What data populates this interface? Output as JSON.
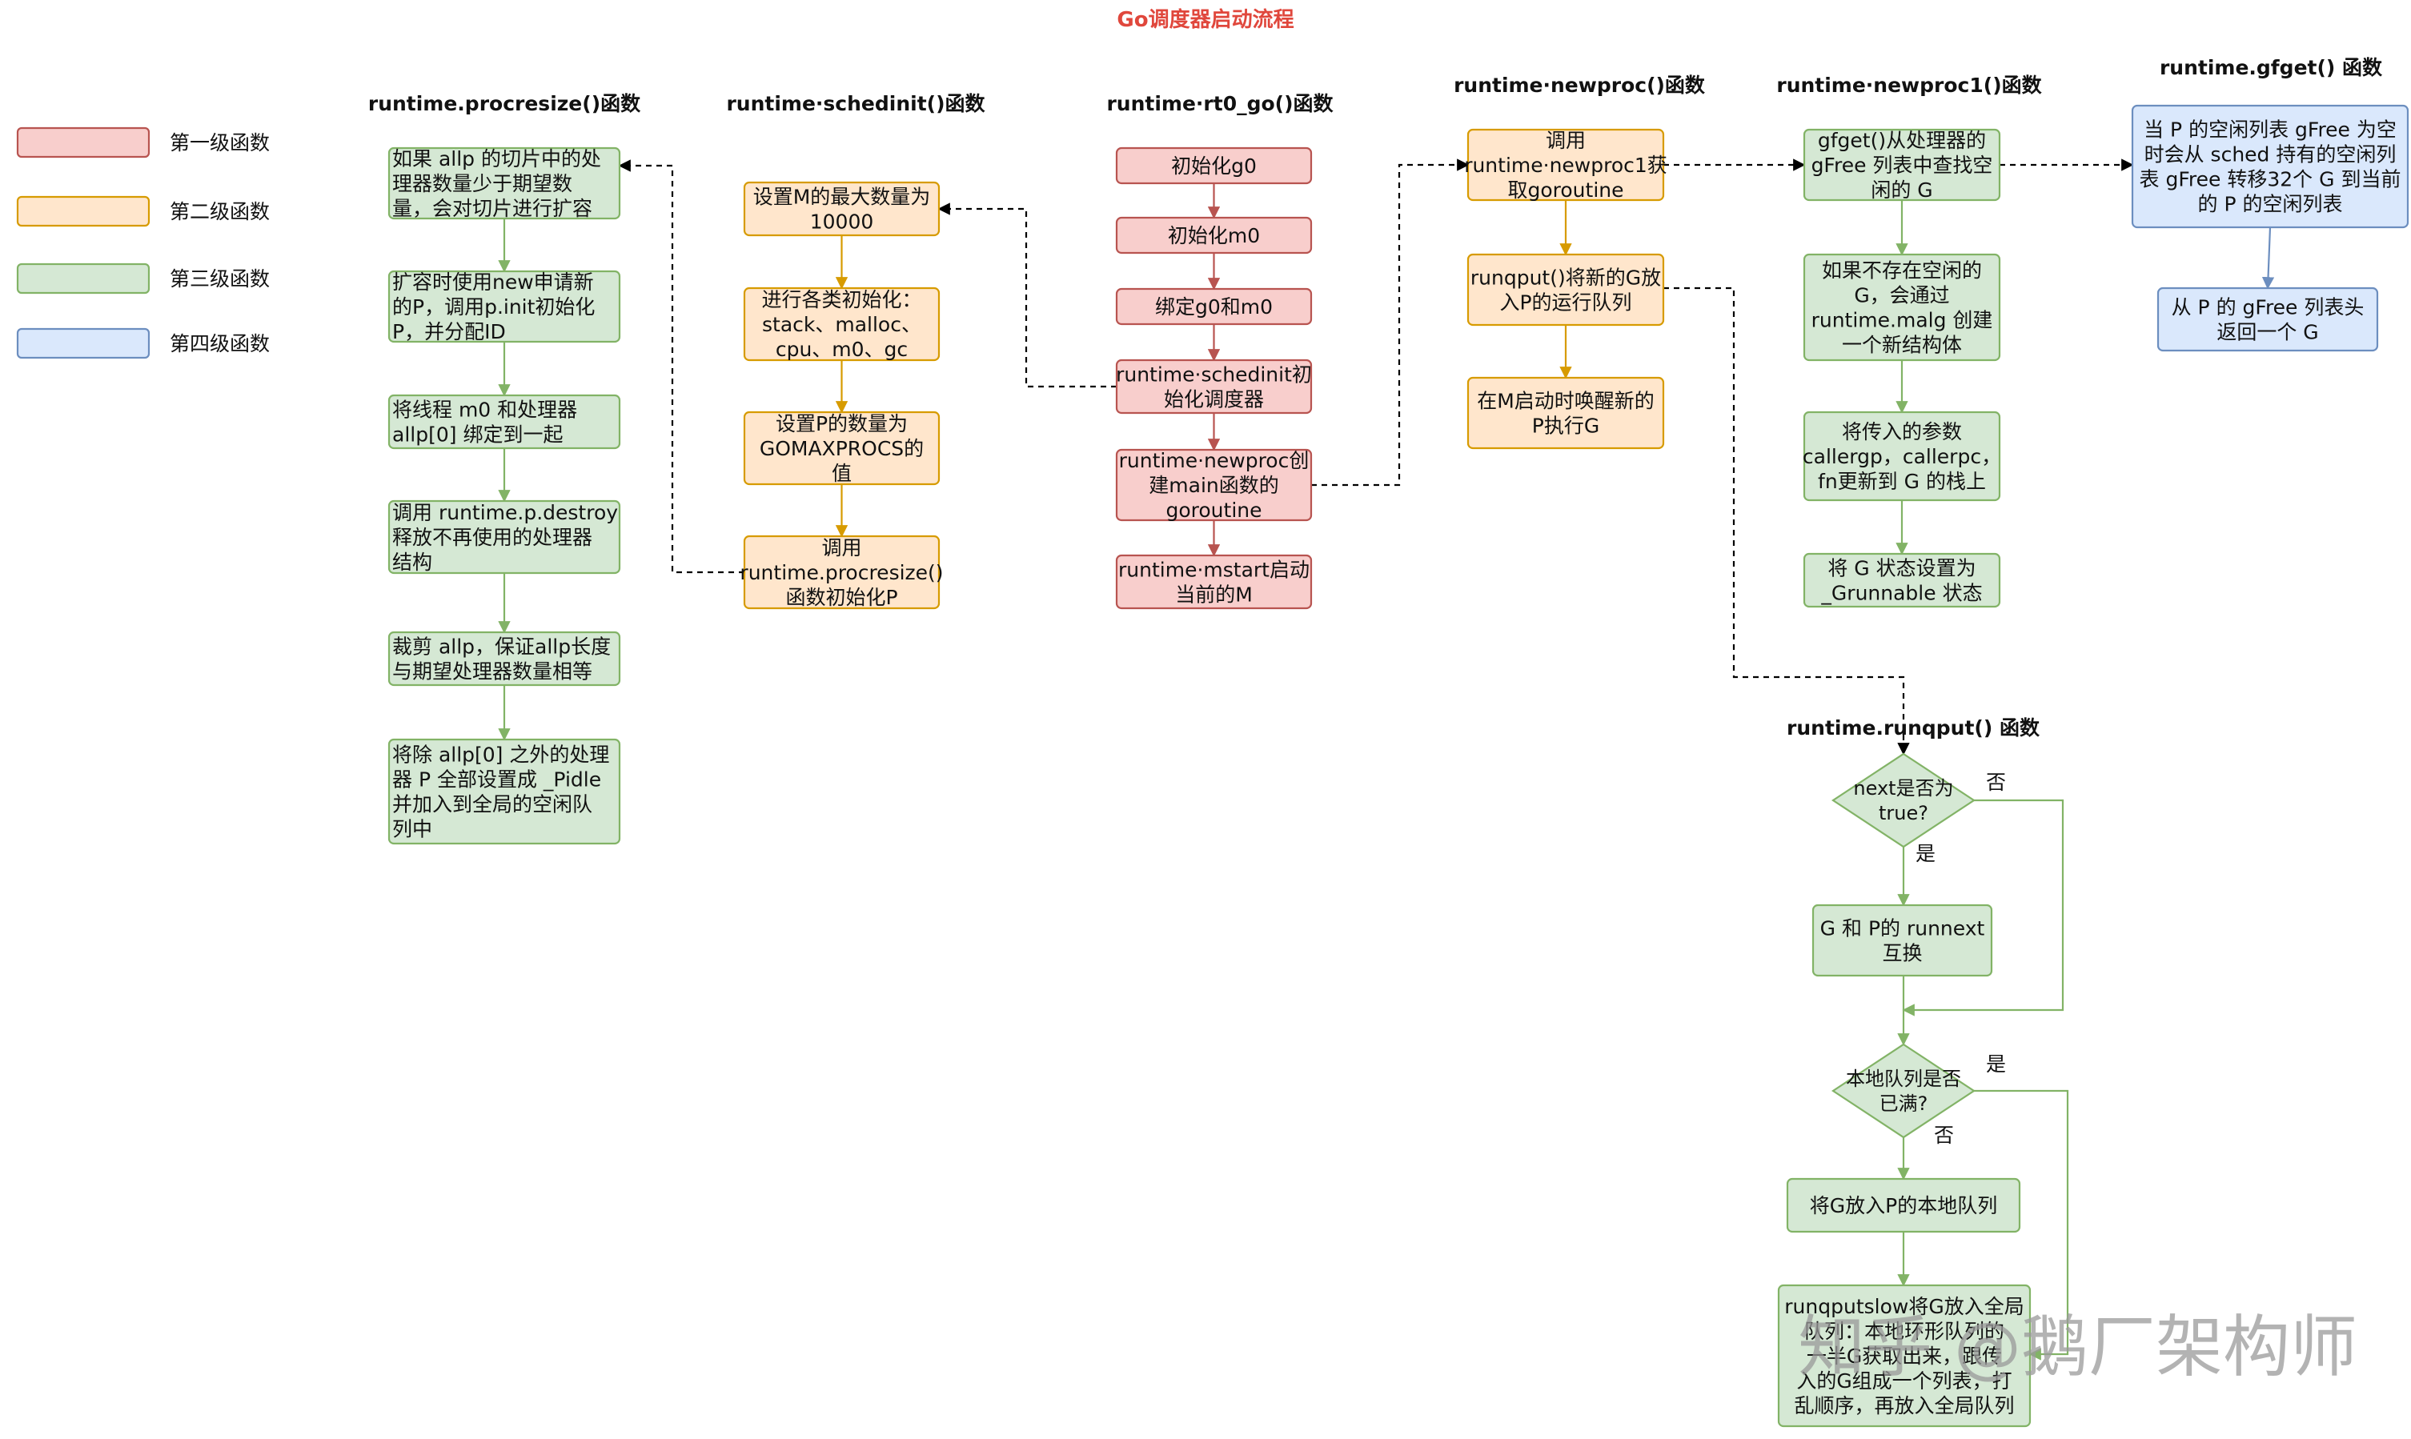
{
  "title": "Go调度器启动流程",
  "colors": {
    "level1_fill": "#f8cecc",
    "level1_stroke": "#b85450",
    "level2_fill": "#ffe6cc",
    "level2_stroke": "#d79b00",
    "level3_fill": "#d5e8d4",
    "level3_stroke": "#82b366",
    "level4_fill": "#dae8fc",
    "level4_stroke": "#6c8ebf",
    "title_color": "#e0473c"
  },
  "legend": [
    {
      "label": "第一级函数",
      "level": 1
    },
    {
      "label": "第二级函数",
      "level": 2
    },
    {
      "label": "第三级函数",
      "level": 3
    },
    {
      "label": "第四级函数",
      "level": 4
    }
  ],
  "headers": {
    "procresize": "runtime.procresize()函数",
    "schedinit": "runtime·schedinit()函数",
    "rt0_go": "runtime·rt0_go()函数",
    "newproc": "runtime·newproc()函数",
    "newproc1": "runtime·newproc1()函数",
    "gfget": "runtime.gfget() 函数",
    "runqput": "runtime.runqput() 函数"
  },
  "boxes": {
    "rt1": [
      "初始化g0"
    ],
    "rt2": [
      "初始化m0"
    ],
    "rt3": [
      "绑定g0和m0"
    ],
    "rt4": [
      "runtime·schedinit初",
      "始化调度器"
    ],
    "rt5": [
      "runtime·newproc创",
      "建main函数的",
      "goroutine"
    ],
    "rt6": [
      "runtime·mstart启动",
      "当前的M"
    ],
    "si1": [
      "设置M的最大数量为",
      "10000"
    ],
    "si2": [
      "进行各类初始化：",
      "stack、malloc、",
      "cpu、m0、gc"
    ],
    "si3": [
      "设置P的数量为",
      "GOMAXPROCS的",
      "值"
    ],
    "si4": [
      "调用",
      "runtime.procresize()",
      "函数初始化P"
    ],
    "pr1": [
      "如果 allp 的切片中的处",
      "理器数量少于期望数",
      "量，会对切片进行扩容"
    ],
    "pr2": [
      "扩容时使用new申请新",
      "的P，调用p.init初始化",
      "P，并分配ID"
    ],
    "pr3": [
      "将线程 m0 和处理器",
      "allp[0] 绑定到一起"
    ],
    "pr4": [
      "调用 runtime.p.destroy",
      "释放不再使用的处理器",
      "结构"
    ],
    "pr5": [
      "裁剪 allp，保证allp长度",
      "与期望处理器数量相等"
    ],
    "pr6": [
      "将除 allp[0] 之外的处理",
      "器 P 全部设置成 _Pidle",
      "并加入到全局的空闲队",
      "列中"
    ],
    "np1": [
      "调用",
      "runtime·newproc1获",
      "取goroutine"
    ],
    "np2": [
      "runqput()将新的G放",
      "入P的运行队列"
    ],
    "np3": [
      "在M启动时唤醒新的",
      "P执行G"
    ],
    "n11": [
      "gfget()从处理器的",
      "gFree 列表中查找空",
      "闲的 G"
    ],
    "n12": [
      "如果不存在空闲的",
      "G，会通过",
      "runtime.malg 创建",
      "一个新结构体"
    ],
    "n13": [
      "将传入的参数",
      "callergp，callerpc，",
      "fn更新到 G 的栈上"
    ],
    "n14": [
      "将 G 状态设置为",
      "_Grunnable 状态"
    ],
    "gf1": [
      "当 P 的空闲列表 gFree 为空",
      "时会从 sched 持有的空闲列",
      "表 gFree 转移32个 G 到当前",
      "的 P 的空闲列表"
    ],
    "gf2": [
      "从 P 的 gFree 列表头",
      "返回一个 G"
    ],
    "rq_d1": [
      "next是否为",
      "true?"
    ],
    "rq_b1": [
      "G 和 P的 runnext",
      "互换"
    ],
    "rq_d2": [
      "本地队列是否",
      "已满?"
    ],
    "rq_b2": [
      "将G放入P的本地队列"
    ],
    "rq_b3": [
      "runqputslow将G放入全局",
      "队列：本地环形队列的",
      "一半G获取出来，跟传",
      "入的G组成一个列表，打",
      "乱顺序，再放入全局队列"
    ]
  },
  "edge_labels": {
    "d1_no": "否",
    "d1_yes": "是",
    "d2_yes": "是",
    "d2_no": "否"
  },
  "watermark": "知乎 @鹅厂架构师"
}
